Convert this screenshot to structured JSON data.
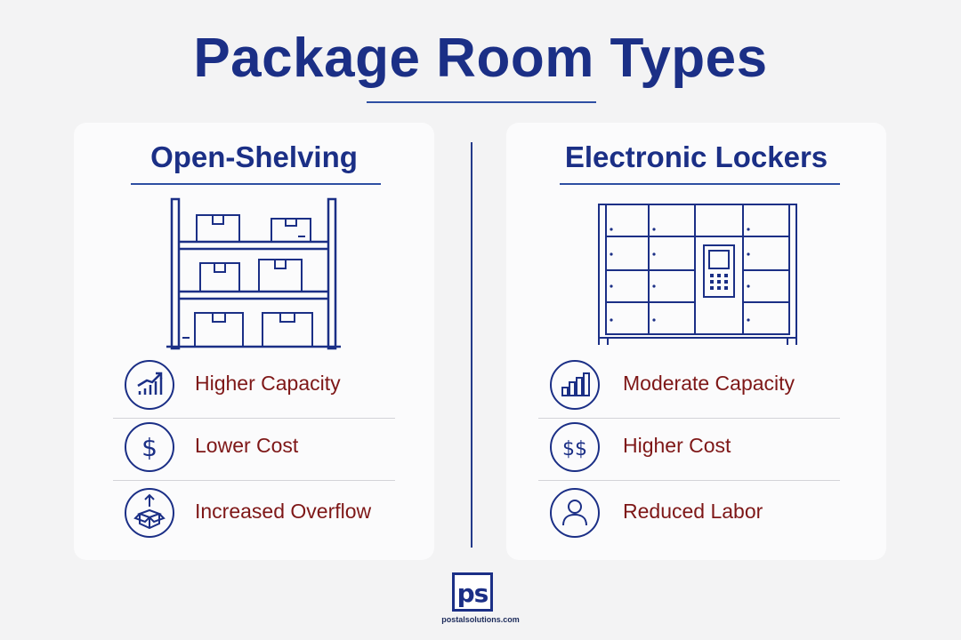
{
  "title": "Package Room Types",
  "colors": {
    "navy": "#1b2f86",
    "accent_red": "#7e1717",
    "background": "#f3f3f4",
    "card": "#fbfbfc"
  },
  "left": {
    "heading": "Open-Shelving",
    "features": [
      {
        "icon": "rising-chart-icon",
        "label": "Higher Capacity"
      },
      {
        "icon": "dollar-icon",
        "label": "Lower Cost"
      },
      {
        "icon": "open-box-icon",
        "label": "Increased Overflow"
      }
    ]
  },
  "right": {
    "heading": "Electronic Lockers",
    "features": [
      {
        "icon": "bar-chart-icon",
        "label": "Moderate Capacity"
      },
      {
        "icon": "double-dollar-icon",
        "label": "Higher Cost"
      },
      {
        "icon": "person-icon",
        "label": "Reduced Labor"
      }
    ]
  },
  "logo": {
    "mark": "ps",
    "text": "postalsolutions.com"
  }
}
